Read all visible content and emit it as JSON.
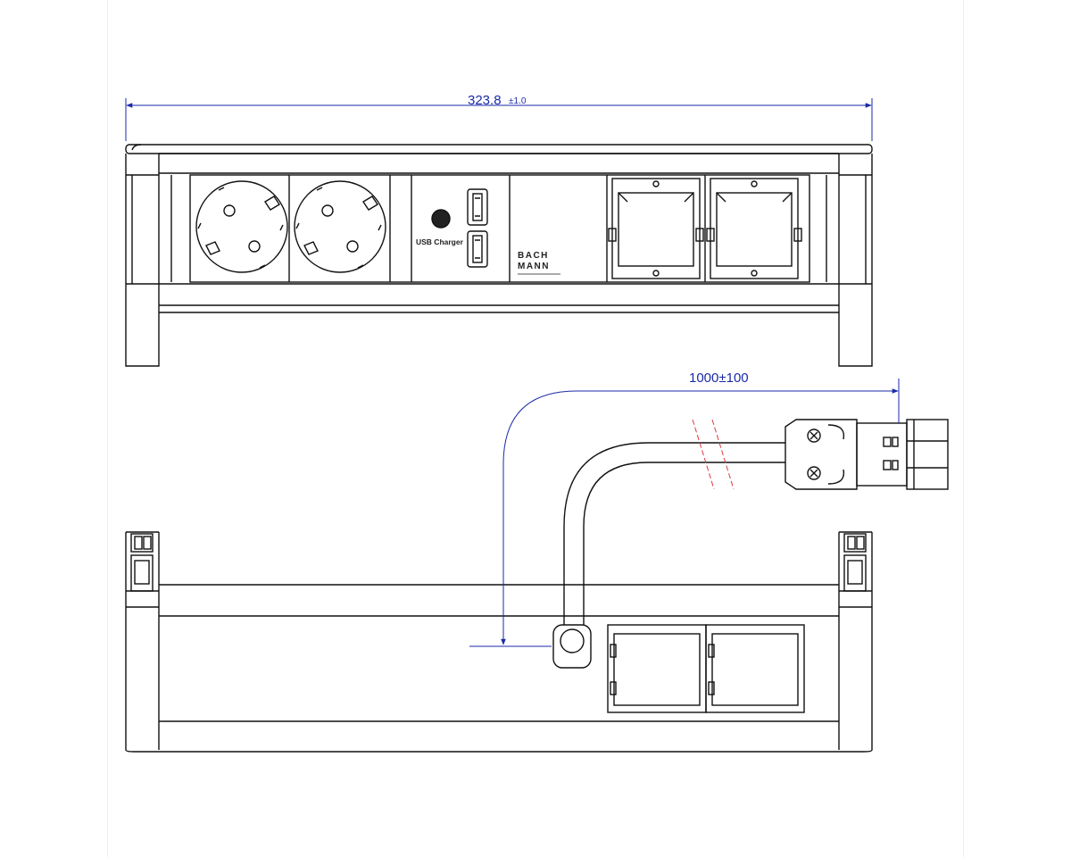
{
  "dimensions": {
    "width_main": "323.8",
    "width_tol": "±1.0",
    "cable_length": "1000±100"
  },
  "labels": {
    "usb": "USB Charger",
    "brand_line1": "BACH",
    "brand_line2": "MANN"
  },
  "colors": {
    "line": "#111111",
    "dimension": "#1a2aa8",
    "break_mark": "#e0393e"
  }
}
